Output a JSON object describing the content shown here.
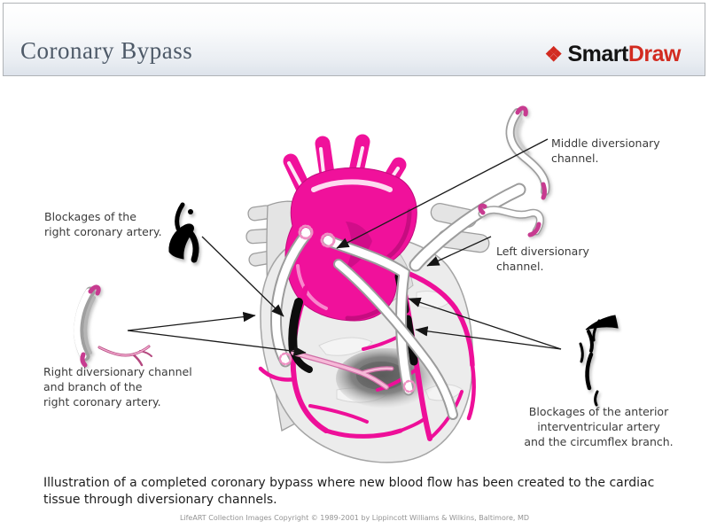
{
  "header": {
    "title": "Coronary Bypass",
    "logo": {
      "glyph": "❖",
      "text_black": "Smart",
      "text_red": "Draw"
    }
  },
  "annotations": {
    "middle_channel": "Middle diversionary\nchannel.",
    "blockages_right": "Blockages of the\nright coronary artery.",
    "left_channel": "Left diversionary\nchannel.",
    "right_channel": "Right diversionary channel\nand branch of the\nright coronary artery.",
    "blockages_anterior": "Blockages of the anterior\ninterventricular artery\nand the circumflex branch."
  },
  "caption": "Illustration of a completed coronary bypass where new blood flow has been created to the cardiac\ntissue through diversionary channels.",
  "footer": "LifeART Collection Images Copyright © 1989-2001 by Lippincott Williams & Wilkins, Baltimore, MD",
  "colors": {
    "artery_pink": "#f0119b",
    "artery_pink_dark": "#c00d7f",
    "branch_light_pink": "#f3abd0",
    "blockage_black": "#0d0d0d",
    "logo_red": "#d22b20",
    "title_color": "#4e5a68",
    "header_gradient_bottom": "#dde3eb"
  }
}
